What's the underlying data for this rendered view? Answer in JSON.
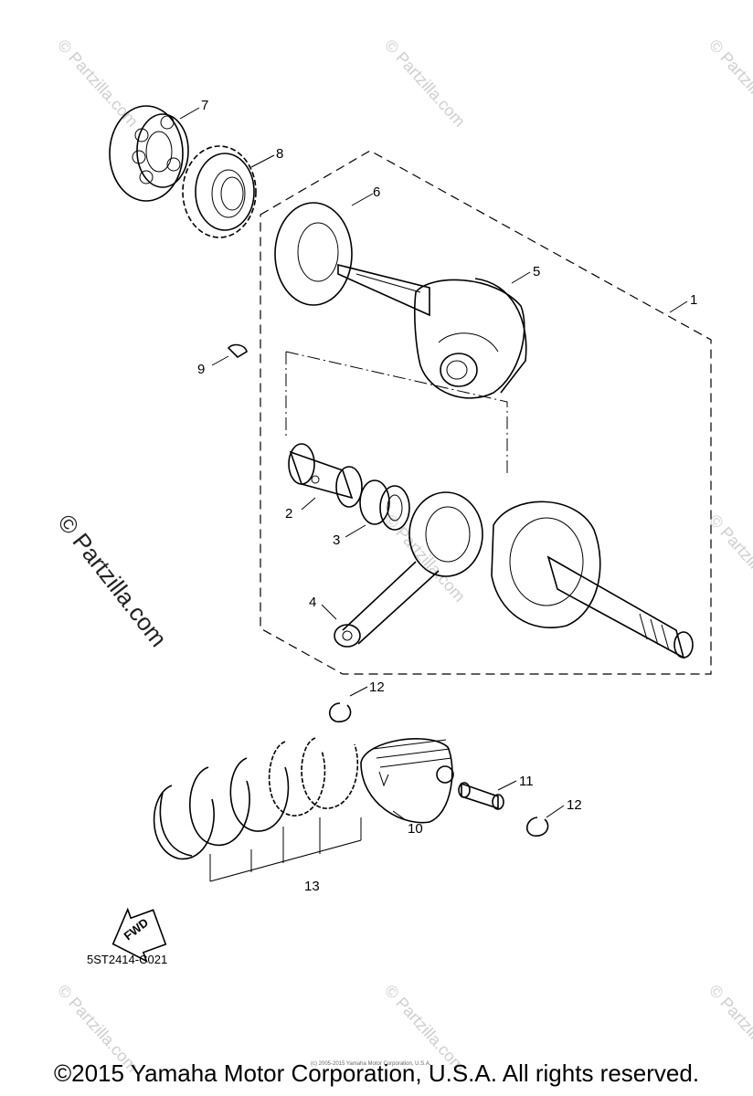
{
  "diagram": {
    "callouts": [
      {
        "id": "1",
        "label": "1"
      },
      {
        "id": "2",
        "label": "2"
      },
      {
        "id": "3",
        "label": "3"
      },
      {
        "id": "4",
        "label": "4"
      },
      {
        "id": "5",
        "label": "5"
      },
      {
        "id": "6",
        "label": "6"
      },
      {
        "id": "7",
        "label": "7"
      },
      {
        "id": "8",
        "label": "8"
      },
      {
        "id": "9",
        "label": "9"
      },
      {
        "id": "10",
        "label": "10"
      },
      {
        "id": "11",
        "label": "11"
      },
      {
        "id": "12a",
        "label": "12"
      },
      {
        "id": "12b",
        "label": "12"
      },
      {
        "id": "13",
        "label": "13"
      }
    ],
    "fwd_label": "FWD",
    "diagram_code": "5ST2414-C021"
  },
  "watermark": {
    "side_text": "© Partzilla.com",
    "tile_text": "© Partzilla.com"
  },
  "footer": {
    "copyright": "©2015 Yamaha Motor Corporation, U.S.A. All rights reserved.",
    "fine_print": "(c) 2005-2015 Yamaha Motor Corporation, U.S.A."
  }
}
